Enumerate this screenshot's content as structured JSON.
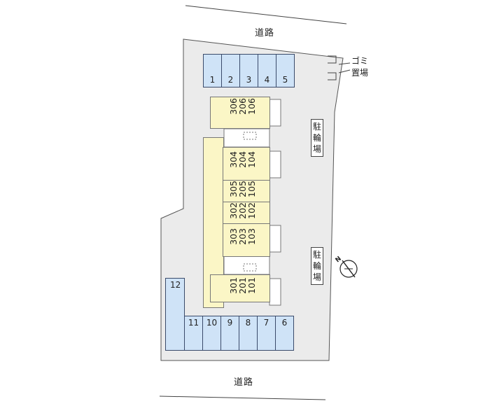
{
  "roads": {
    "top": "道路",
    "bottom": "道路"
  },
  "parking": {
    "top_row": [
      "1",
      "2",
      "3",
      "4",
      "5"
    ],
    "bottom_row": [
      "11",
      "10",
      "9",
      "8",
      "7",
      "6"
    ],
    "left_long": "12"
  },
  "units": [
    [
      "306",
      "206",
      "106"
    ],
    [
      "304",
      "204",
      "104"
    ],
    [
      "305",
      "205",
      "105"
    ],
    [
      "302",
      "202",
      "102"
    ],
    [
      "303",
      "203",
      "103"
    ],
    [
      "301",
      "201",
      "101"
    ]
  ],
  "bicycle_parking": {
    "upper": "駐輪場",
    "lower": "駐輪場"
  },
  "garbage": {
    "line1": "ゴミ",
    "line2": "置場"
  },
  "north_indicator": "N",
  "colors": {
    "parking": "#cfe3f7",
    "building": "#fbf6c6",
    "site": "#ebebeb"
  }
}
